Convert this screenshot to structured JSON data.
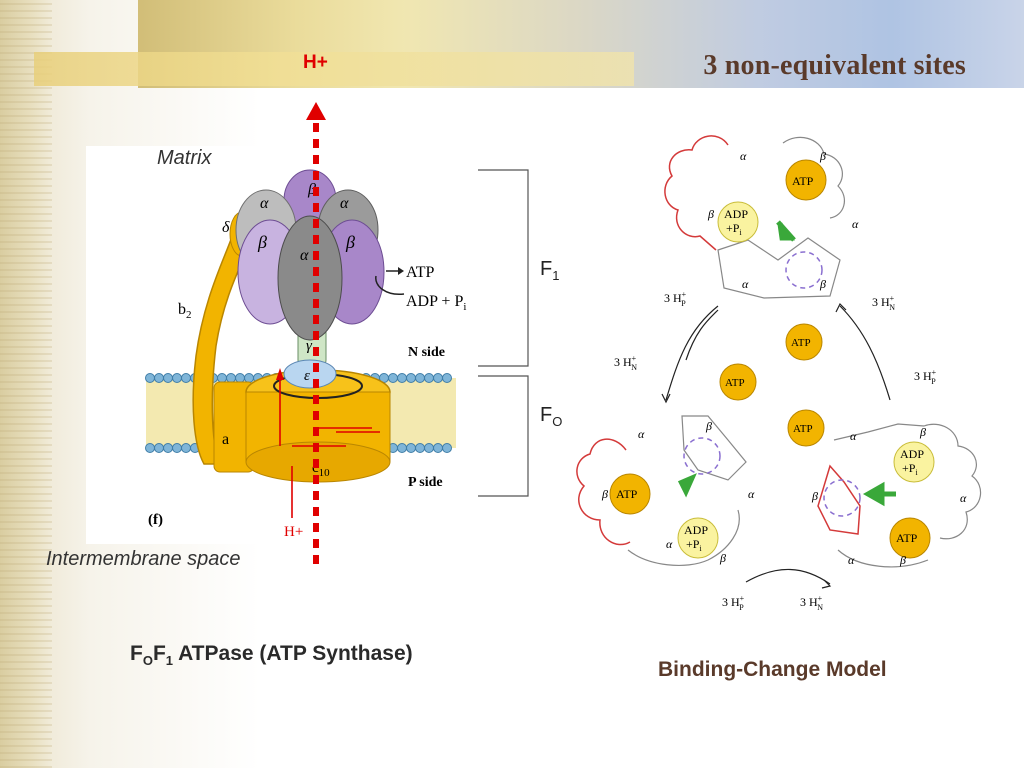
{
  "slide": {
    "title": "3 non-equivalent sites",
    "h_plus_top": "H+"
  },
  "left_figure": {
    "matrix_label": "Matrix",
    "intermembrane_label": "Intermembrane space",
    "f1_label": "F",
    "f1_sub": "1",
    "fo_label": "F",
    "fo_sub": "O",
    "caption_main": "ATPase (ATP Synthase)",
    "caption_f": "F",
    "caption_o": "O",
    "caption_f2": "F",
    "caption_1": "1",
    "diagram": {
      "panel_letter": "(f)",
      "alpha": "α",
      "beta": "β",
      "delta": "δ",
      "gamma": "γ",
      "epsilon": "ε",
      "b2": "b",
      "b2_sub": "2",
      "a": "a",
      "c10": "c",
      "c10_sub": "10",
      "atp_arrow": "ATP",
      "adp_pi": "ADP + P",
      "pi_sub": "i",
      "n_side": "N side",
      "p_side": "P side",
      "h_plus_bottom": "H+"
    }
  },
  "right_figure": {
    "caption": "Binding-Change Model",
    "atp": "ATP",
    "adp": "ADP",
    "pi": "+P",
    "pi_sub": "i",
    "alpha": "α",
    "beta": "β",
    "three_hp": "3 H",
    "three_hn": "3 H",
    "sup_plus": "+",
    "sub_p": "P",
    "sub_n": "N"
  },
  "colors": {
    "arrow_red": "#e00000",
    "alpha_grey": "#9b9b9b",
    "beta_purple": "#a887c9",
    "gold": "#f2b400",
    "membrane_blue": "#7fb5d8",
    "cleft_red": "#d43a3a"
  }
}
